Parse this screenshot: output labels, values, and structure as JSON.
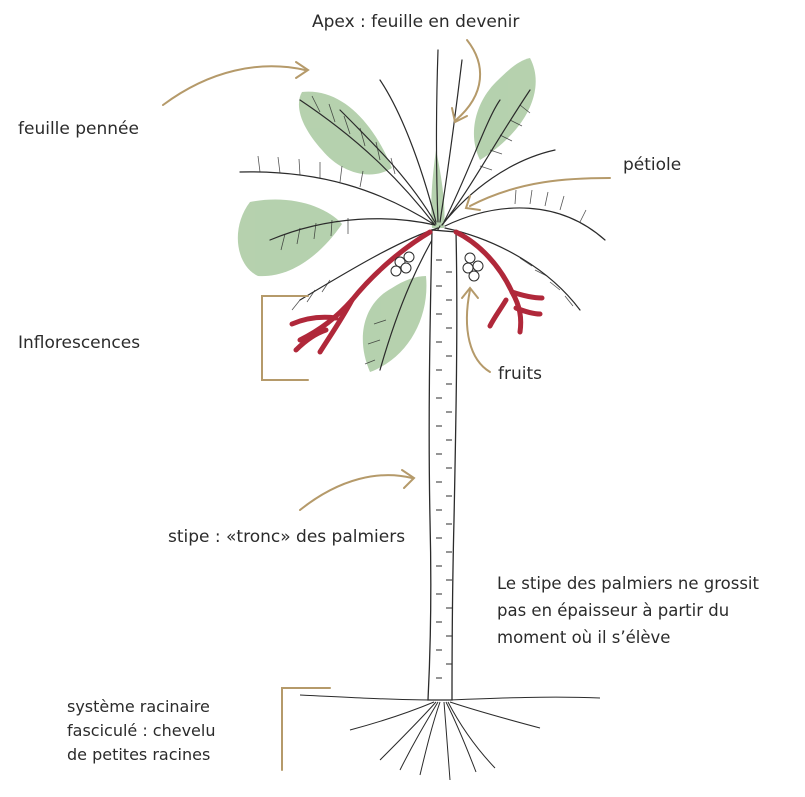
{
  "labels": {
    "apex": "Apex : feuille en devenir",
    "feuille": "feuille pennée",
    "petiole": "pétiole",
    "inflorescences": "Inflorescences",
    "fruits": "fruits",
    "stipe": "stipe : «tronc» des palmiers",
    "note": [
      "Le stipe des palmiers ne grossit",
      "pas en épaisseur à partir du",
      "moment où il s’élève"
    ],
    "racine": [
      "système racinaire",
      "fasciculé : chevelu",
      "de petites racines"
    ]
  },
  "colors": {
    "arrow": "#b59a6a",
    "leaf_fill": "#a9c9a0",
    "inflorescence": "#b0283a",
    "ink": "#2b2b2b"
  }
}
